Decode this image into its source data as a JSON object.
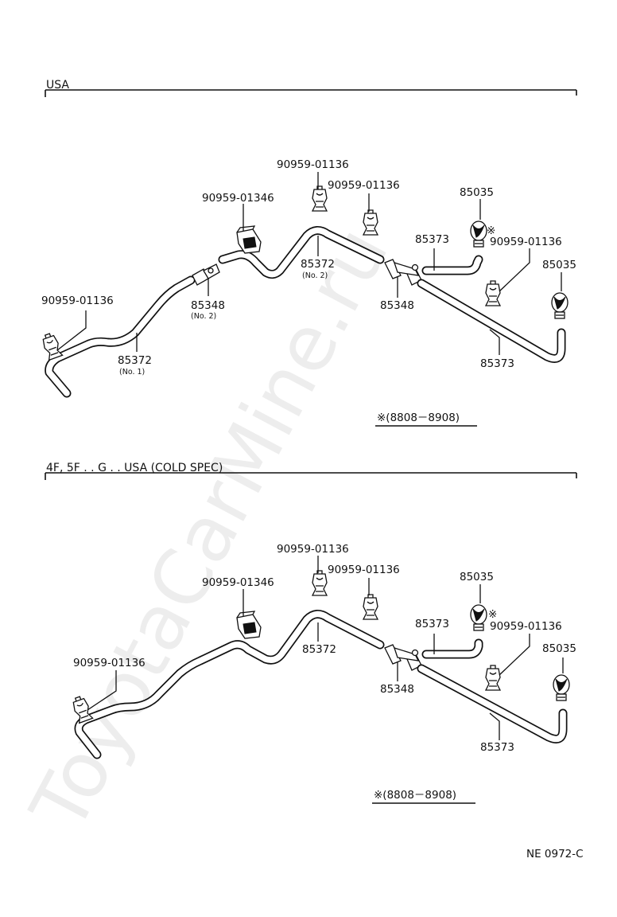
{
  "watermark": "ToyotaCarMine.ru",
  "footer_code": "NE 0972-C",
  "sections": [
    {
      "header": "USA",
      "labels": {
        "clip_left": "90959-01136",
        "clip_top": "90959-01136",
        "clip_mid": "90959-01136",
        "clip_right": "90959-01136",
        "bracket": "90959-01346",
        "hose_no1": "85372",
        "hose_no1_sub": "(No. 1)",
        "joint_no2": "85348",
        "joint_no2_sub": "(No. 2)",
        "hose_no2": "85372",
        "hose_no2_sub": "(No. 2)",
        "hose_short": "85373",
        "hose_long": "85373",
        "joint": "85348",
        "nozzle_top": "85035",
        "nozzle_right": "85035"
      },
      "mark": "※",
      "note": "※(8808－8908)"
    },
    {
      "header": "4F, 5F . . G . . USA (COLD SPEC)",
      "labels": {
        "clip_left": "90959-01136",
        "clip_top": "90959-01136",
        "clip_mid": "90959-01136",
        "clip_right": "90959-01136",
        "bracket": "90959-01346",
        "hose": "85372",
        "hose_short": "85373",
        "hose_long": "85373",
        "joint": "85348",
        "nozzle_top": "85035",
        "nozzle_right": "85035"
      },
      "mark": "※",
      "note": "※(8808－8908)"
    }
  ]
}
